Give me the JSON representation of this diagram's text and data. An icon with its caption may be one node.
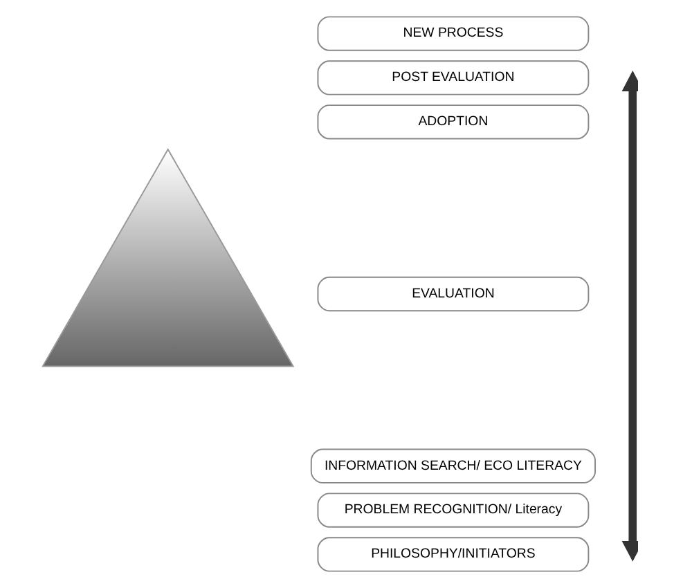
{
  "diagram": {
    "nodes": [
      {
        "text": [
          "NEW PROCESS"
        ]
      },
      {
        "text": [
          "POST EVALUATION"
        ]
      },
      {
        "text": [
          "ADOPTION"
        ]
      },
      {
        "text": [
          "EVALUATION"
        ]
      },
      {
        "text": [
          "INFORMATION SEARCH/ ECO LITERACY"
        ]
      },
      {
        "text": [
          "PROBLEM RECOGNITION/ Literacy"
        ]
      },
      {
        "text": [
          "PHILOSOPHY/INITIATORS"
        ]
      },
      {
        "text": [],
        "shape": "triangle"
      }
    ],
    "edges": []
  }
}
